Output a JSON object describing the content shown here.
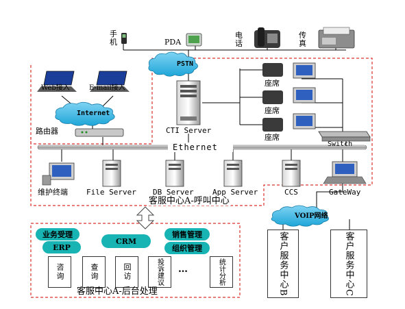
{
  "top_devices": {
    "mobile": "手\n机",
    "pda": "PDA",
    "phone": "电\n话",
    "fax": "传\n真"
  },
  "clouds": {
    "pstn": "PSTN",
    "internet": "Internet",
    "voip": "VOIP网络"
  },
  "left_labels": {
    "web": "Web接入",
    "email": "E-mail接入",
    "router": "路由器"
  },
  "cti": {
    "label": "CTI Server"
  },
  "seats": [
    "座席",
    "座席",
    "座席"
  ],
  "switch_label": "Switch",
  "ethernet_label": "Ethernet",
  "servers": [
    "维护终端",
    "File Server",
    "DB Server",
    "App Server",
    "CCS",
    "GateWay"
  ],
  "call_center_title": "客服中心A-呼叫中心",
  "backoffice": {
    "title": "客服中心A-后台处理",
    "pills": [
      "业务受理",
      "销售管理",
      "ERP",
      "CRM",
      "组织管理"
    ],
    "cards": [
      "咨询",
      "查询",
      "回访",
      "投诉建议",
      "…",
      "统计分析"
    ]
  },
  "remote_centers": [
    "客户服务中心B",
    "客户服务中心C"
  ],
  "colors": {
    "cloud": "#1ea6d8",
    "pill": "#18b3b3",
    "dash": "#d9312c"
  }
}
